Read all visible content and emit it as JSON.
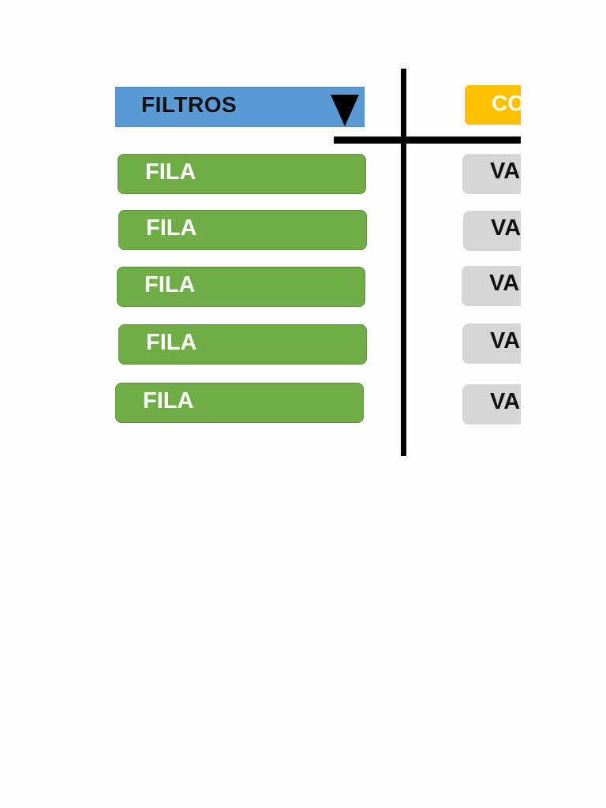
{
  "filters": {
    "label": "FILTROS",
    "arrow_icon": "triangle-down-icon"
  },
  "column": {
    "label": "CO"
  },
  "rows": [
    {
      "label": "FILA",
      "value": "VA"
    },
    {
      "label": "FILA",
      "value": "VA"
    },
    {
      "label": "FILA",
      "value": "VA"
    },
    {
      "label": "FILA",
      "value": "VA"
    },
    {
      "label": "FILA",
      "value": "VA"
    }
  ],
  "colors": {
    "filters": "#5b9bd5",
    "column": "#ffc000",
    "row": "#70ad47",
    "value": "#d6d6d6",
    "lines": "#000000"
  }
}
